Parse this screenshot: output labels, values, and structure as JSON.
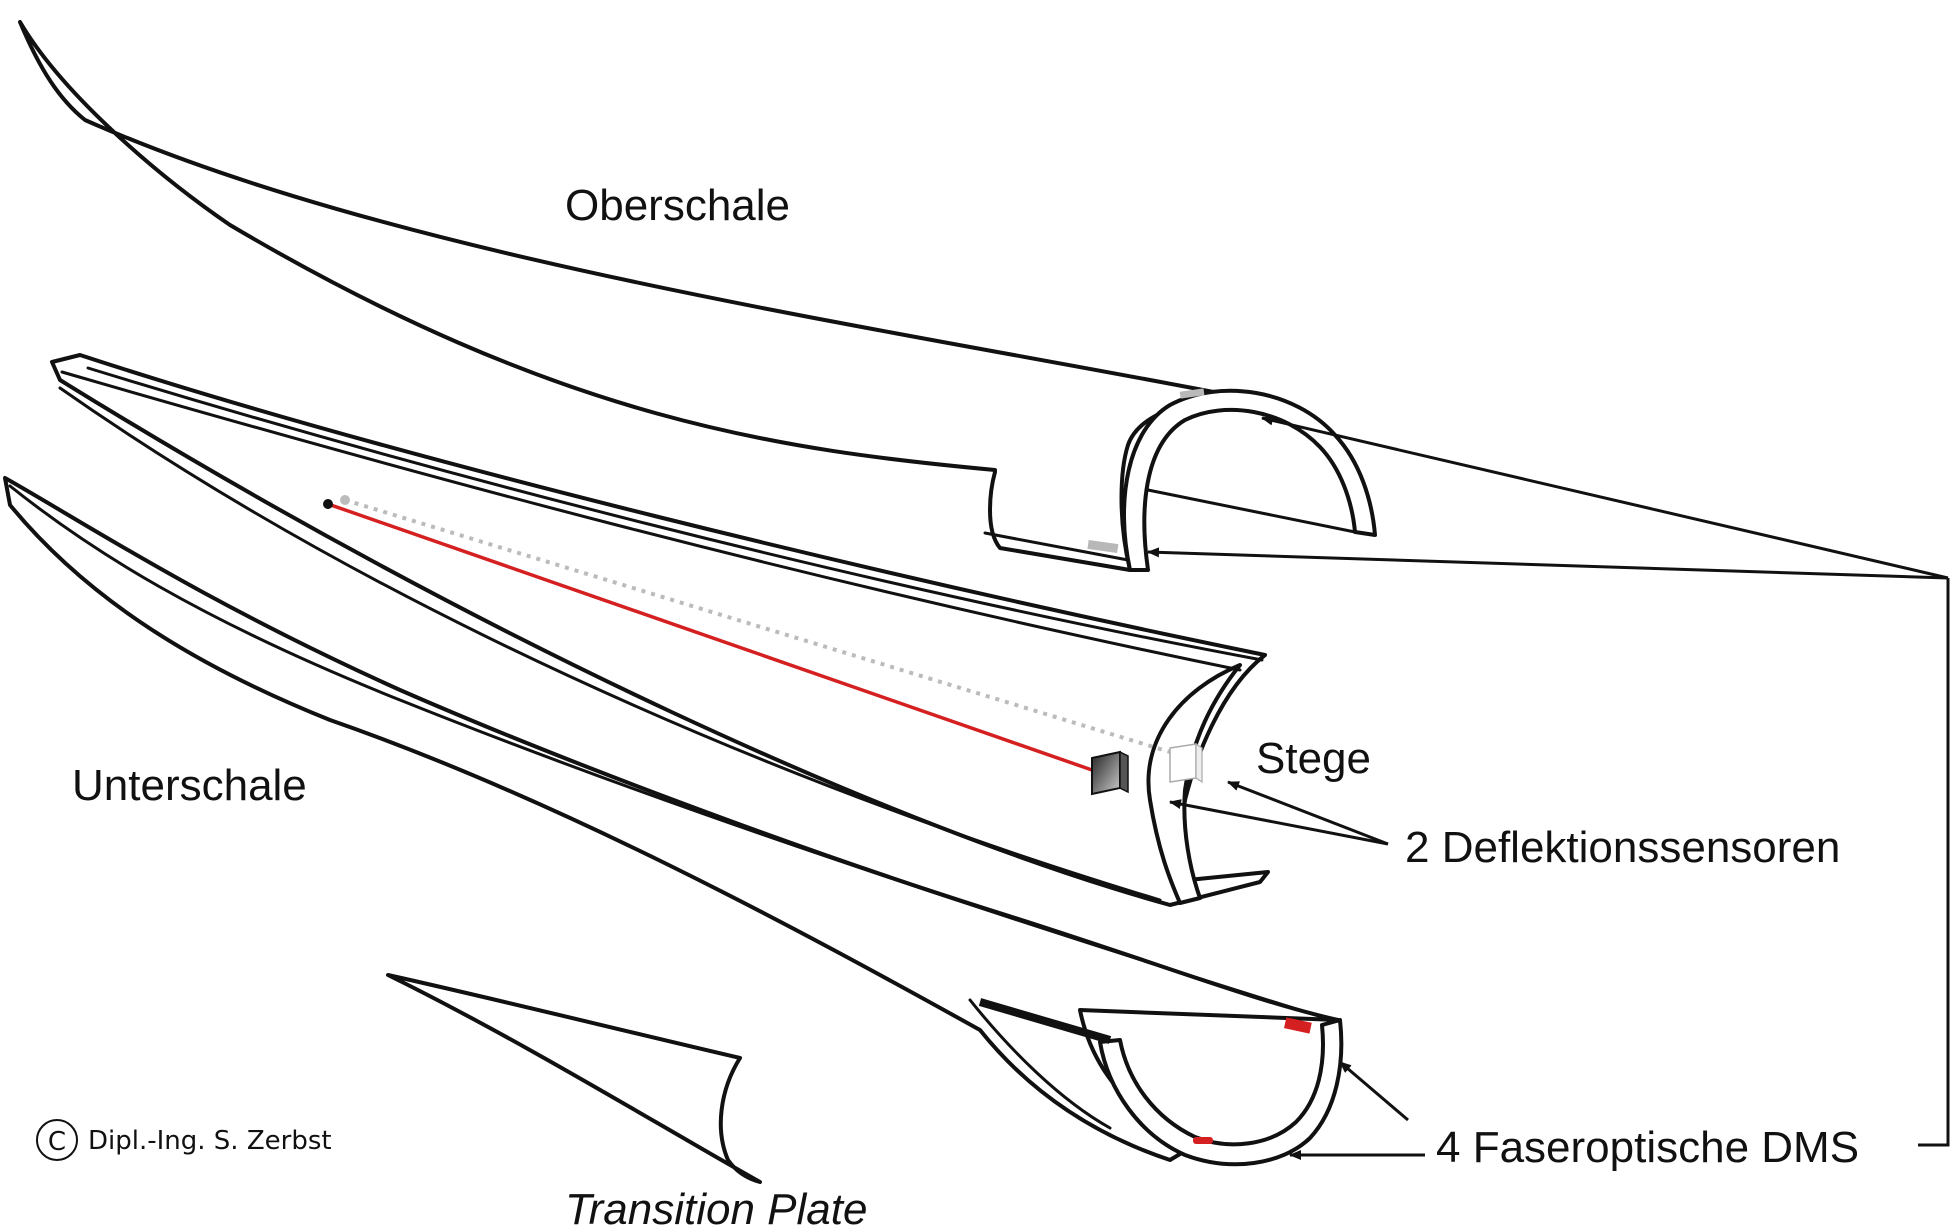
{
  "labels": {
    "upper_shell": "Oberschale",
    "webs": "Stege",
    "lower_shell": "Unterschale",
    "deflection_sensors": "2 Deflektionssensoren",
    "fiber_optic_gauges": "4 Faseroptische DMS",
    "transition_plate": "Transition Plate",
    "copyright_symbol": "C",
    "author": "Dipl.-Ing. S. Zerbst"
  },
  "colors": {
    "line": "#111111",
    "strain_gauge_red": "#d42020",
    "sensor_path_red": "#d42020",
    "strain_gauge_grey": "#b8b8b8",
    "dotted_path_grey": "#bbbbbb"
  },
  "icons": {
    "copyright": "copyright-icon"
  }
}
